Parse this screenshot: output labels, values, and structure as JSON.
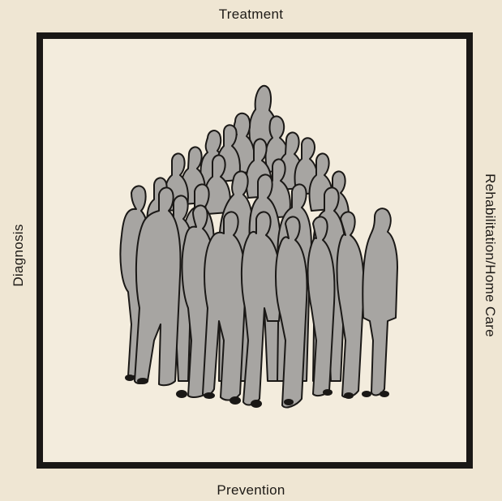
{
  "labels": {
    "top": "Treatment",
    "bottom": "Prevention",
    "left": "Diagnosis",
    "right": "Rehabilitation/Home Care"
  },
  "colors": {
    "background": "#efe6d3",
    "frame": "#1a1816",
    "figure_fill": "#a7a5a2",
    "outline": "#1a1816"
  }
}
